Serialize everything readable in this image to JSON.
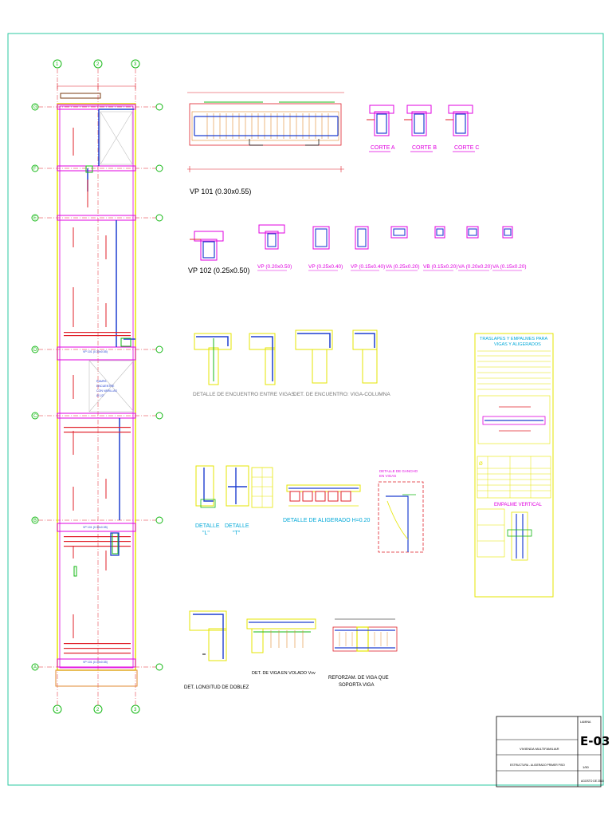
{
  "sheet": {
    "number": "E-03",
    "project": "VIVIENDA MULTIFAMILIAR",
    "drawing": "ESTRUCTURA - ALIGERADO PRIMER PISO",
    "scale": "1/50",
    "date": "AGOSTO DE 2018",
    "label_sheet": "LAMINA"
  },
  "plan": {
    "axes_v": [
      "1",
      "2",
      "3"
    ],
    "axes_h": [
      "G",
      "F",
      "E",
      "D",
      "C",
      "B",
      "A"
    ],
    "beam_tags": [
      "VP 101 (0.30x0.55)",
      "VP 101 (0.30x0.55)",
      "VP 101 (0.30x0.55)"
    ],
    "note": [
      "RAMPA",
      "ENCUENTRE",
      "CON VARILLAS",
      "Ø 1/2\""
    ]
  },
  "beams": {
    "vp101": "VP 101 (0.30x0.55)",
    "vp102": "VP 102 (0.25x0.50)",
    "cortes": [
      "CORTE A",
      "CORTE B",
      "CORTE C"
    ],
    "sections": [
      "VP (0.20x0.50)",
      "VP (0.25x0.40)",
      "VP (0.15x0.40)",
      "VA (0.25x0.20)",
      "VB (0.15x0.20)",
      "VA (0.20x0.20)",
      "VA (0.15x0.20)"
    ]
  },
  "details": {
    "encuentro_vigas": "DETALLE DE ENCUENTRO ENTRE VIGAS",
    "encuentro_columna": "DET. DE ENCUENTRO: VIGA-COLUMNA",
    "detalle_l": [
      "DETALLE",
      "\"L\""
    ],
    "detalle_t": [
      "DETALLE",
      "\"T\""
    ],
    "aligerado": "DETALLE DE ALIGERADO H=0.20",
    "gancho": [
      "DETALLE DE GANCHO",
      "EN VIGAS"
    ],
    "longitud_doblez": "DET. LONGITUD DE DOBLEZ",
    "volado": "DET. DE VIGA EN VOLADO Vvv",
    "reforzam": [
      "REFORZAM. DE VIGA QUE",
      "SOPORTA VIGA"
    ]
  },
  "traslapes": {
    "title": [
      "TRASLAPES Y EMPALMES PARA",
      "VIGAS Y ALIGERADOS"
    ],
    "empalme": "EMPALME VERTICAL",
    "phi": "Ø"
  },
  "colors": {
    "frame": "#2bc9a2",
    "yellow": "#e6e600",
    "magenta": "#e000e0",
    "red": "#e0202a",
    "blue": "#1f3fd0",
    "green": "#14b814",
    "orange": "#e08a30",
    "cyan": "#00a8d8"
  }
}
